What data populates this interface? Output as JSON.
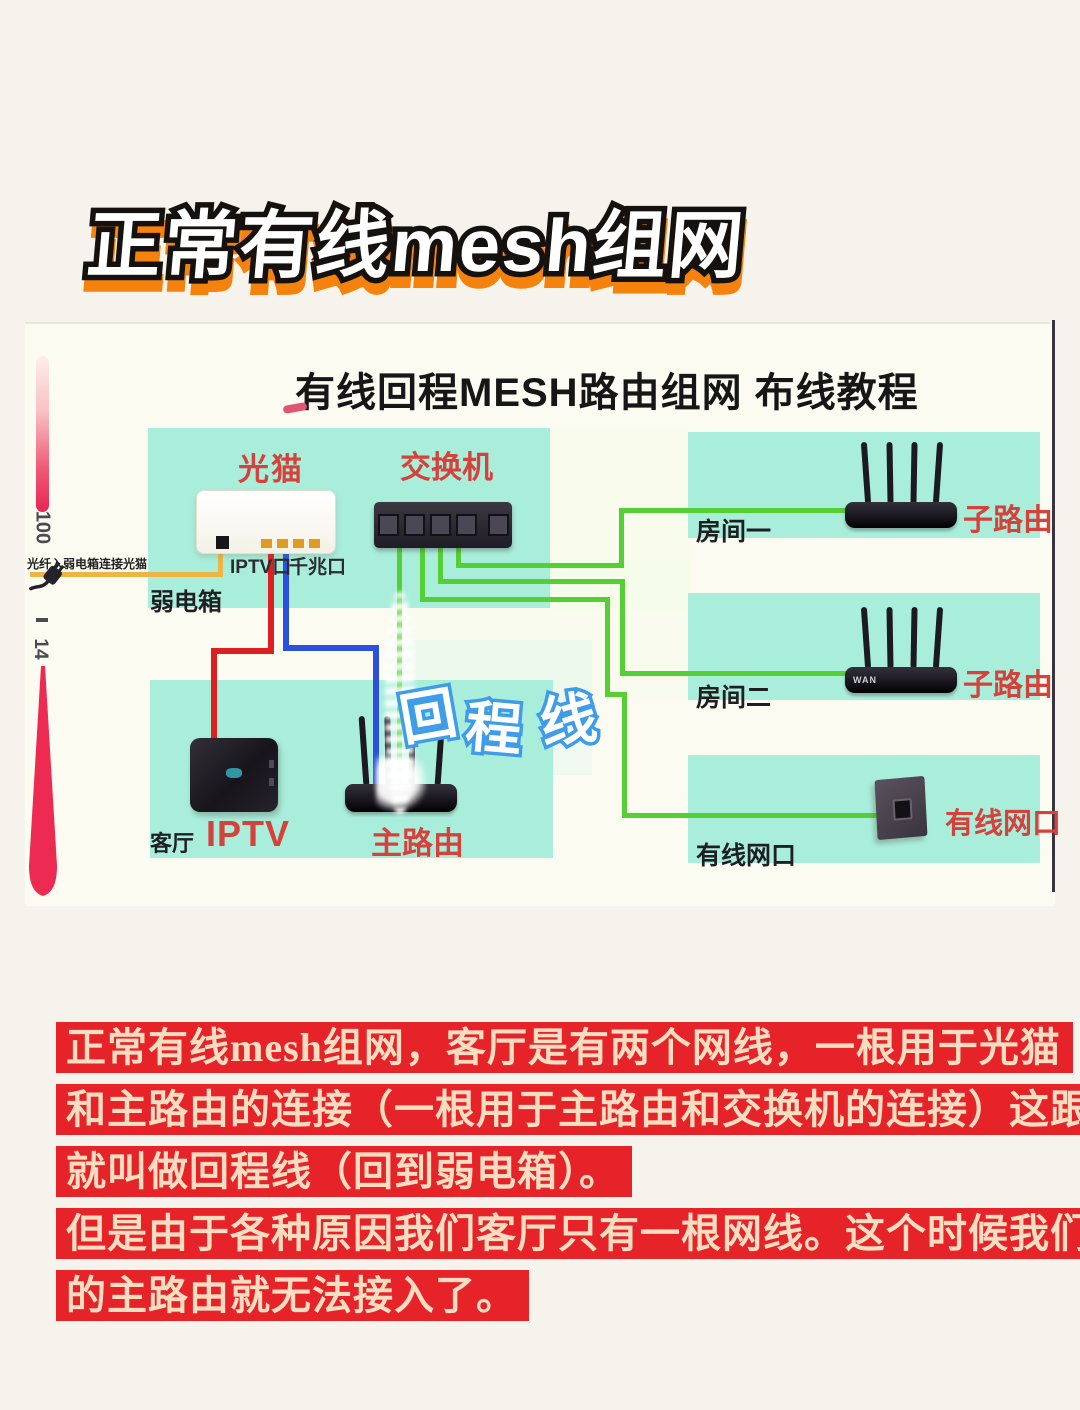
{
  "page_title": "正常有线mesh组网",
  "diagram": {
    "title": "有线回程MESH路由组网 布线教程",
    "modem_label": "光猫",
    "switch_label": "交换机",
    "weak_box_label": "弱电箱",
    "iptv_port_label": "IPTV口",
    "gigabit_port_label": "千兆口",
    "fiber_note": "光纤入弱电箱连接光猫",
    "living_room_label": "客厅",
    "iptv_label": "IPTV",
    "main_router_label": "主路由",
    "room1_label": "房间一",
    "room2_label": "房间二",
    "sub_router_label_1": "子路由",
    "sub_router_label_2": "子路由",
    "wired_port_label_black": "有线网口",
    "wired_port_label_red": "有线网口",
    "wan_label": "WAN",
    "backhaul_watermark": [
      "回",
      "程",
      "线"
    ]
  },
  "side_rail": {
    "top_value": "100",
    "bottom_value": "14"
  },
  "notes": [
    "正常有线mesh组网，客厅是有两个网线，一根用于光猫",
    "和主路由的连接（一根用于主路由和交换机的连接）这跟",
    "就叫做回程线（回到弱电箱）。",
    "但是由于各种原因我们客厅只有一根网线。这个时候我们",
    "的主路由就无法接入了。"
  ],
  "colors": {
    "note_bg_red": "#e52329",
    "note_text_cream": "#f8ddc1",
    "mint_box": "#a9eedb",
    "cable_green": "#55cf35",
    "cable_yellow": "#edb544",
    "cable_red": "#dd1f22",
    "cable_blue": "#2b50dd",
    "label_red": "#d5413b",
    "title_shadow_orange": "#f5820c",
    "watermark_blue": "#3f9ce8"
  }
}
